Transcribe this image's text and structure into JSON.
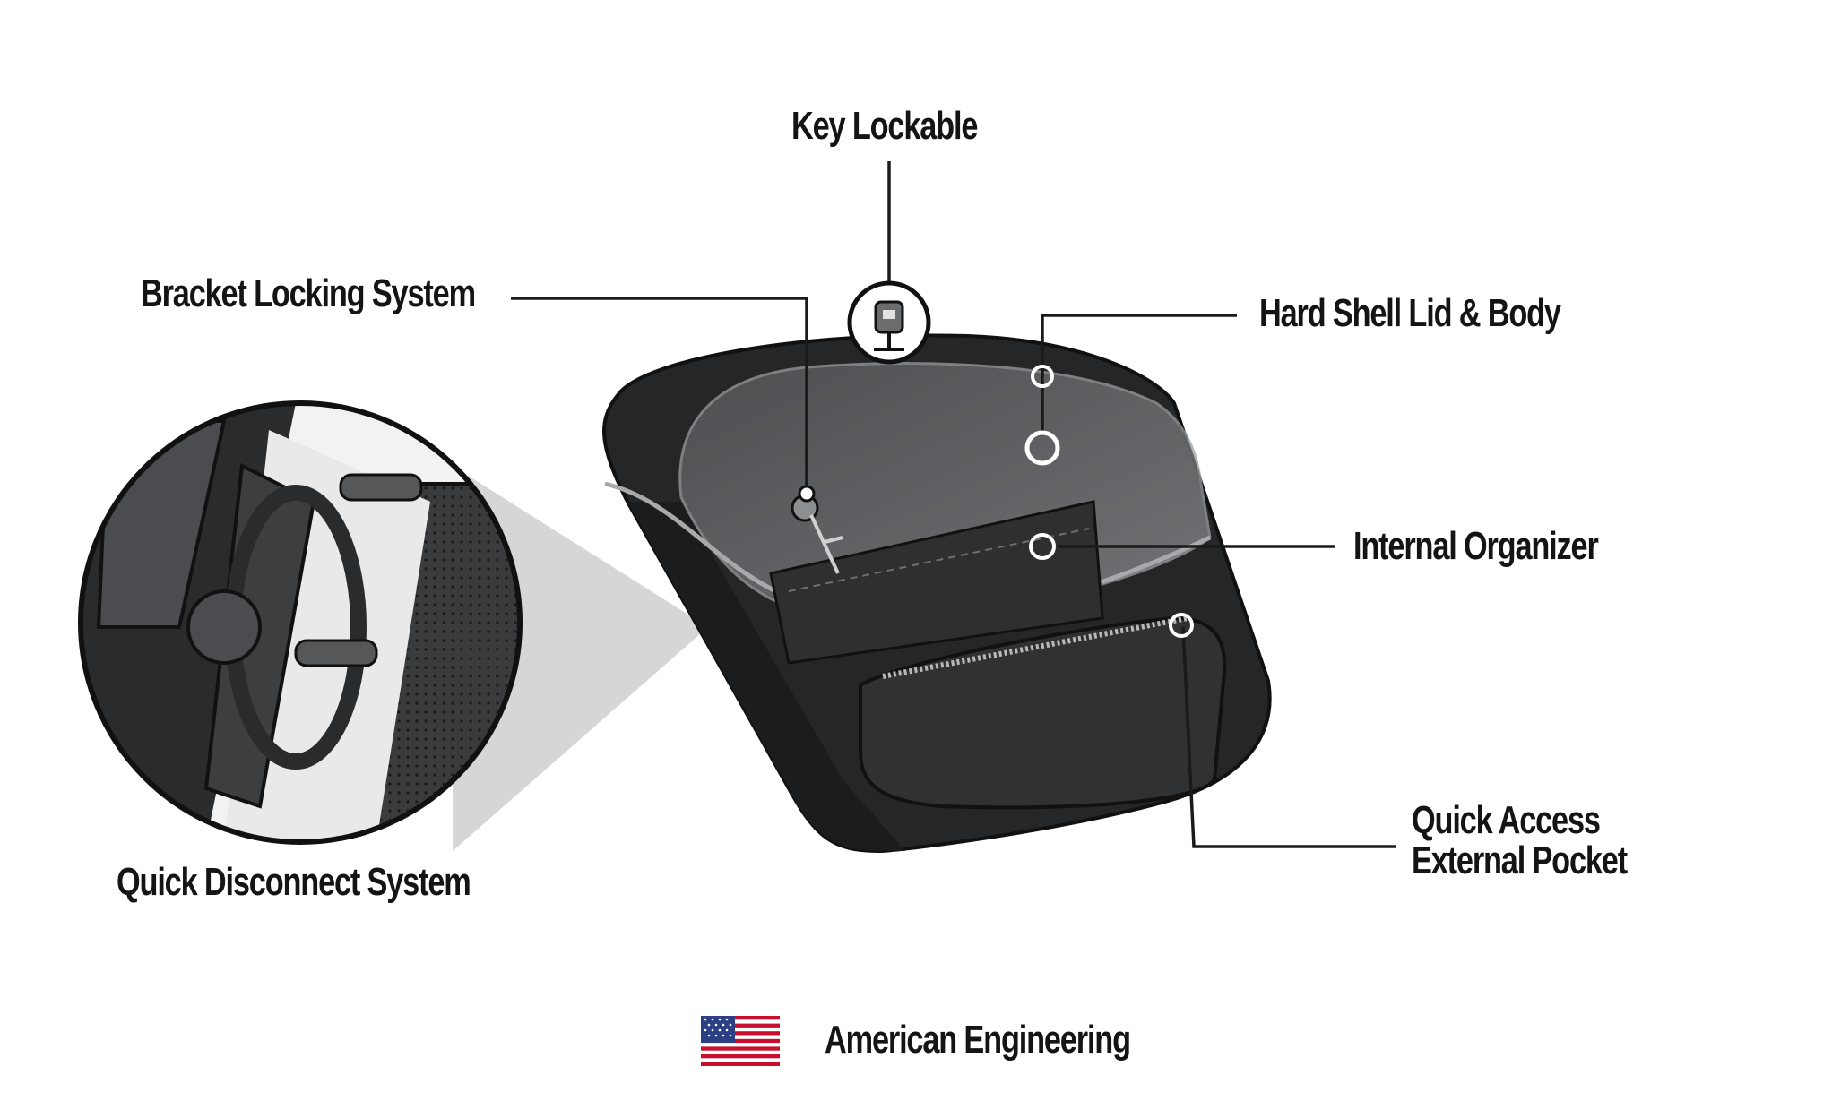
{
  "callouts": {
    "key_lockable": "Key Lockable",
    "bracket_locking": "Bracket Locking System",
    "hard_shell": "Hard Shell Lid & Body",
    "internal_organizer": "Internal Organizer",
    "quick_access_line1": "Quick Access",
    "quick_access_line2": "External Pocket",
    "quick_disconnect": "Quick Disconnect System"
  },
  "footer": {
    "engineering": "American Engineering",
    "flag_icon": "us-flag-icon"
  },
  "colors": {
    "text": "#141414",
    "leader_line": "#1a1a1a",
    "bag_body": "#2a2b2d",
    "bag_lid_overlay": "#8a8c8e",
    "zoom_cone": "#d4d4d4"
  }
}
